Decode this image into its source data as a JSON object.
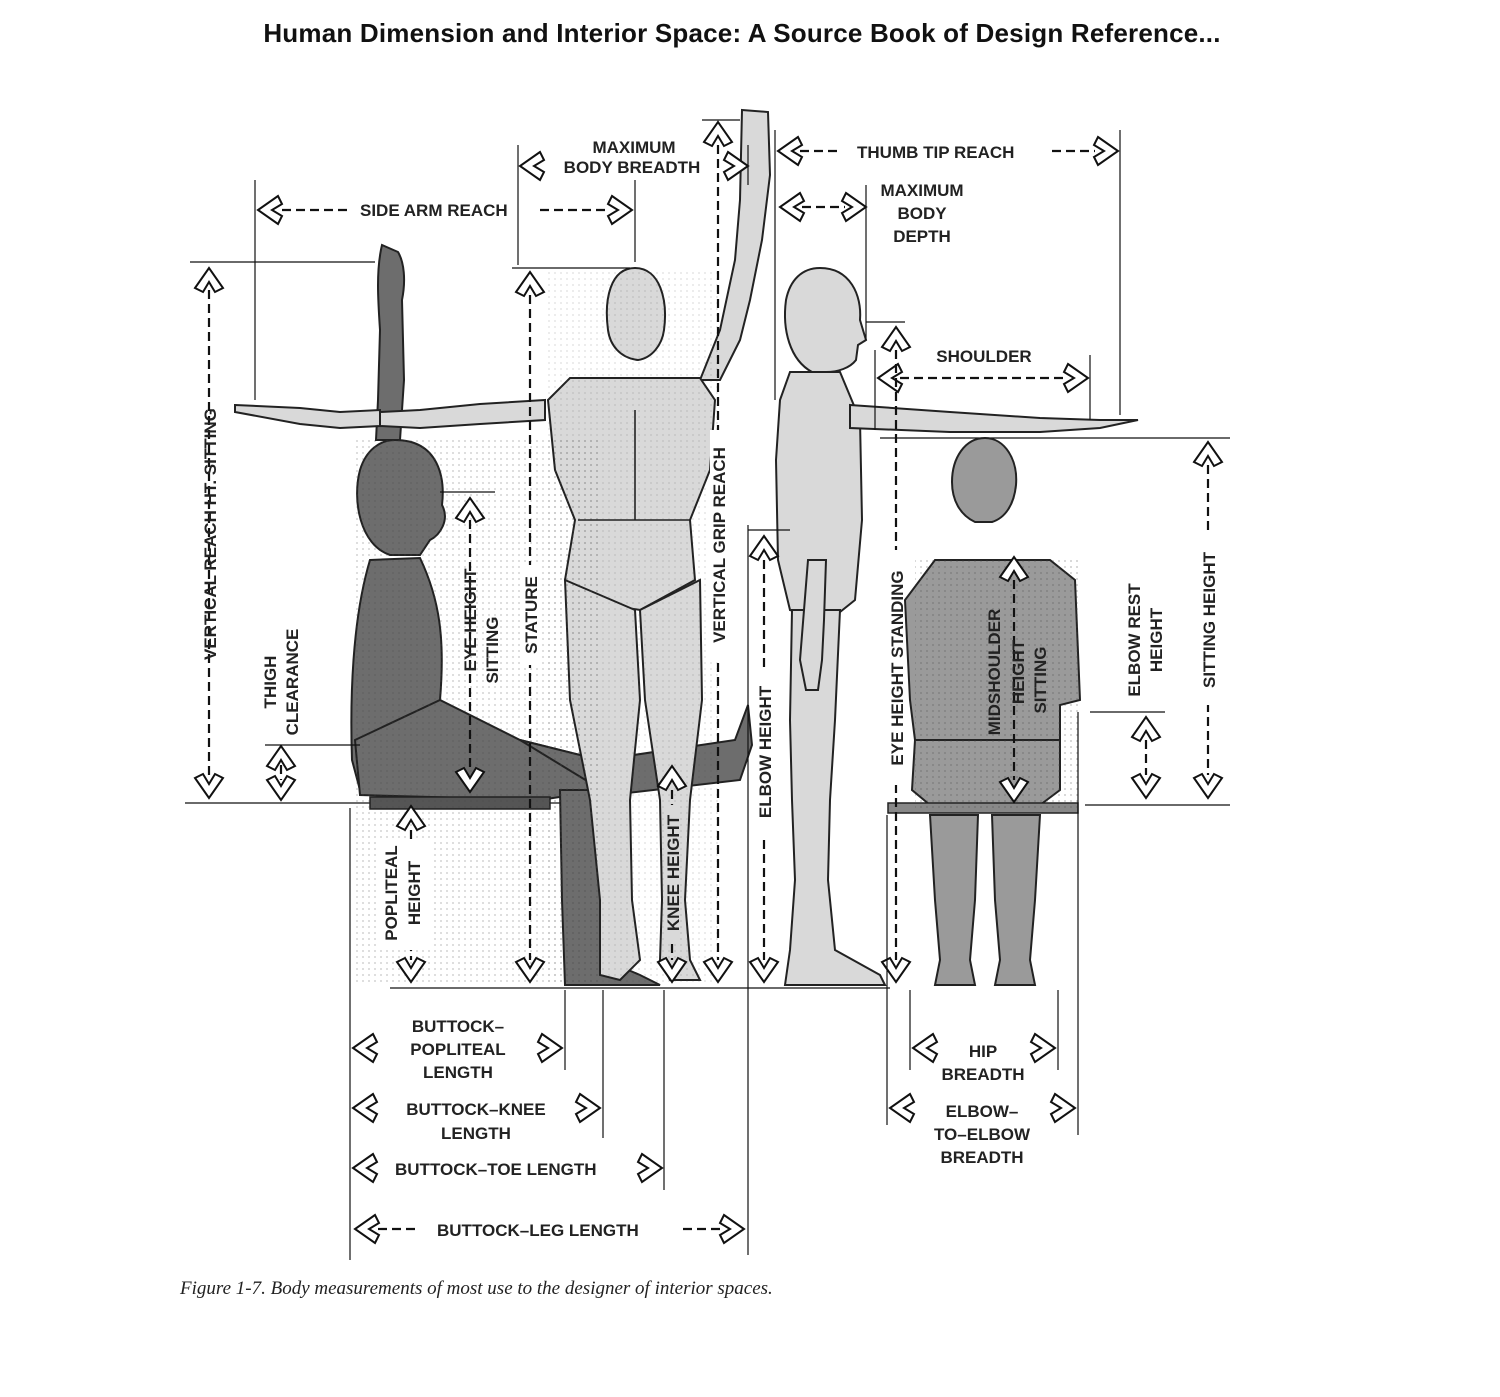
{
  "title": "Human Dimension and Interior Space: A Source Book of Design Reference...",
  "caption": "Figure 1-7. Body measurements of most use to the designer of interior spaces.",
  "labels": {
    "side_arm_reach": "SIDE ARM REACH",
    "max_breadth_1": "MAXIMUM",
    "max_breadth_2": "BODY BREADTH",
    "thumb_tip_reach": "THUMB TIP REACH",
    "max_depth_1": "MAXIMUM",
    "max_depth_2": "BODY",
    "max_depth_3": "DEPTH",
    "shoulder": "SHOULDER",
    "vertical_reach_sitting": "VERTICAL REACH HT. SITTING",
    "thigh_1": "THIGH",
    "thigh_2": "CLEARANCE",
    "eye_sitting_1": "EYE HEIGHT",
    "eye_sitting_2": "SITTING",
    "stature": "STATURE",
    "vertical_grip_reach": "VERTICAL GRIP REACH",
    "elbow_height": "ELBOW HEIGHT",
    "eye_standing": "EYE HEIGHT STANDING",
    "midshoulder_1": "MIDSHOULDER",
    "midshoulder_2": "HEIGHT",
    "midshoulder_3": "SITTING",
    "elbow_rest_1": "ELBOW REST",
    "elbow_rest_2": "HEIGHT",
    "sitting_height": "SITTING HEIGHT",
    "popliteal_1": "POPLITEAL",
    "popliteal_2": "HEIGHT",
    "knee_height": "KNEE HEIGHT",
    "bp_1": "BUTTOCK–",
    "bp_2": "POPLITEAL",
    "bp_3": "LENGTH",
    "bk_1": "BUTTOCK–KNEE",
    "bk_2": "LENGTH",
    "buttock_toe": "BUTTOCK–TOE LENGTH",
    "buttock_leg": "BUTTOCK–LEG LENGTH",
    "hip_1": "HIP",
    "hip_2": "BREADTH",
    "ee_1": "ELBOW–",
    "ee_2": "TO–ELBOW",
    "ee_3": "BREADTH"
  }
}
